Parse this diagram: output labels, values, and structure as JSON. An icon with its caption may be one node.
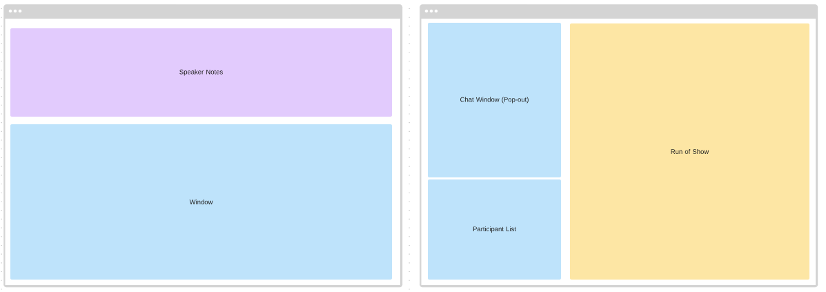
{
  "diagram": {
    "nodes": [
      {
        "text": [],
        "shape": "box"
      },
      {
        "text": [
          "Speaker Notes"
        ],
        "in": 0
      },
      {
        "text": [
          "Window"
        ],
        "in": 0
      },
      {
        "text": [],
        "shape": "box"
      },
      {
        "text": [
          "Chat Window (Pop-out)"
        ],
        "in": 3
      },
      {
        "text": [
          "Participant List"
        ],
        "in": 3
      },
      {
        "text": [
          "Run of Show"
        ],
        "in": 3
      }
    ]
  }
}
